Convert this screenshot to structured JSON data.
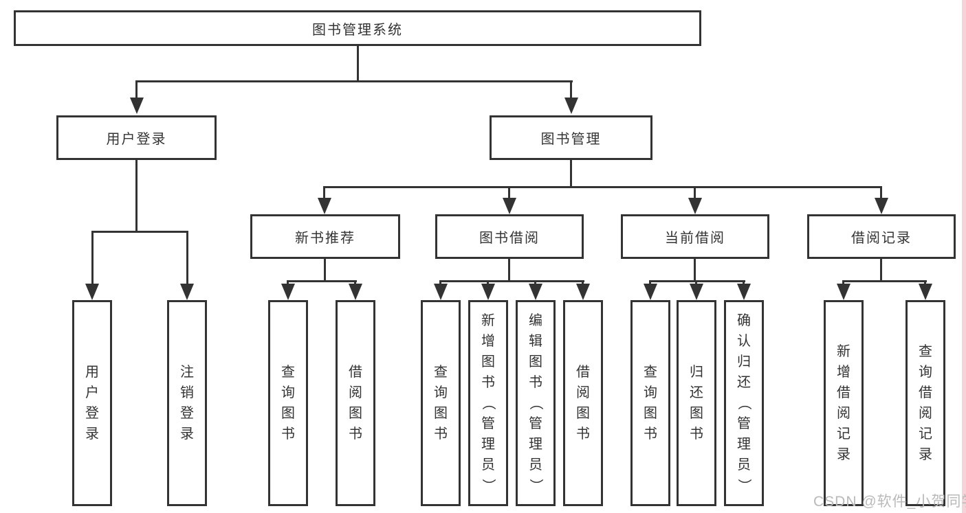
{
  "diagram": {
    "root": {
      "label": "图书管理系统"
    },
    "branches": [
      {
        "label": "用户登录",
        "children": [
          {
            "label": "用户登录"
          },
          {
            "label": "注销登录"
          }
        ]
      },
      {
        "label": "图书管理",
        "sections": [
          {
            "label": "新书推荐",
            "children": [
              {
                "label": "查询图书"
              },
              {
                "label": "借阅图书"
              }
            ]
          },
          {
            "label": "图书借阅",
            "children": [
              {
                "label": "查询图书"
              },
              {
                "label": "新增图书（管理员）"
              },
              {
                "label": "编辑图书（管理员）"
              },
              {
                "label": "借阅图书"
              }
            ]
          },
          {
            "label": "当前借阅",
            "children": [
              {
                "label": "查询图书"
              },
              {
                "label": "归还图书"
              },
              {
                "label": "确认归还（管理员）"
              }
            ]
          },
          {
            "label": "借阅记录",
            "children": [
              {
                "label": "新增借阅记录"
              },
              {
                "label": "查询借阅记录"
              }
            ]
          }
        ]
      }
    ]
  },
  "watermark": {
    "text": "CSDN @软件_小贺同学"
  },
  "colors": {
    "line": "#333333",
    "text": "#333333",
    "watermark": "#b9b9b9",
    "strip": "#f6d3d6"
  }
}
